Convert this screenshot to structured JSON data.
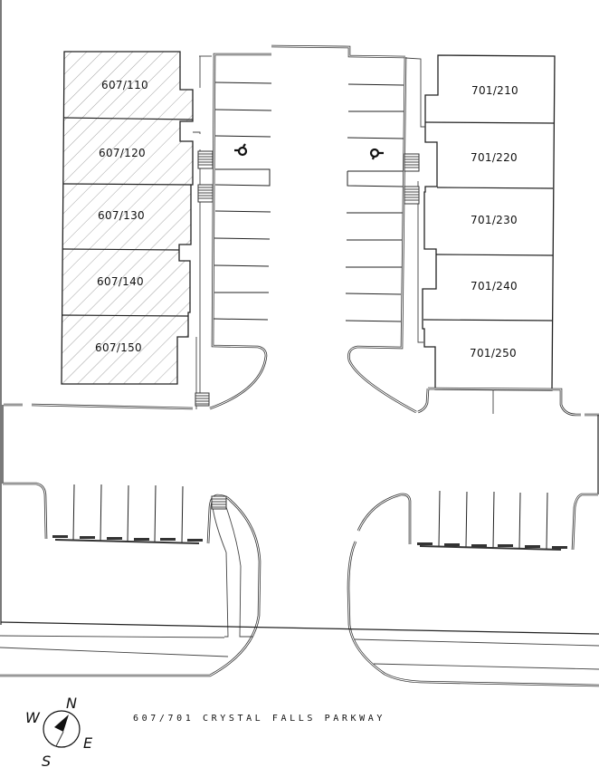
{
  "plan": {
    "title": "607/701 CRYSTAL FALLS PARKWAY",
    "hatch_color": "#999999",
    "line_color": "#222222",
    "west_building": {
      "hatched": true,
      "units": [
        {
          "label": "607/110"
        },
        {
          "label": "607/120"
        },
        {
          "label": "607/130"
        },
        {
          "label": "607/140"
        },
        {
          "label": "607/150"
        }
      ]
    },
    "east_building": {
      "hatched": false,
      "units": [
        {
          "label": "701/210"
        },
        {
          "label": "701/220"
        },
        {
          "label": "701/230"
        },
        {
          "label": "701/240"
        },
        {
          "label": "701/250"
        }
      ]
    },
    "icons": {
      "accessible_west": "wheelchair-accessible-icon",
      "accessible_east": "wheelchair-accessible-icon",
      "compass": "north-arrow-icon"
    },
    "compass": {
      "n": "N",
      "s": "S",
      "e": "E",
      "w": "W"
    }
  }
}
